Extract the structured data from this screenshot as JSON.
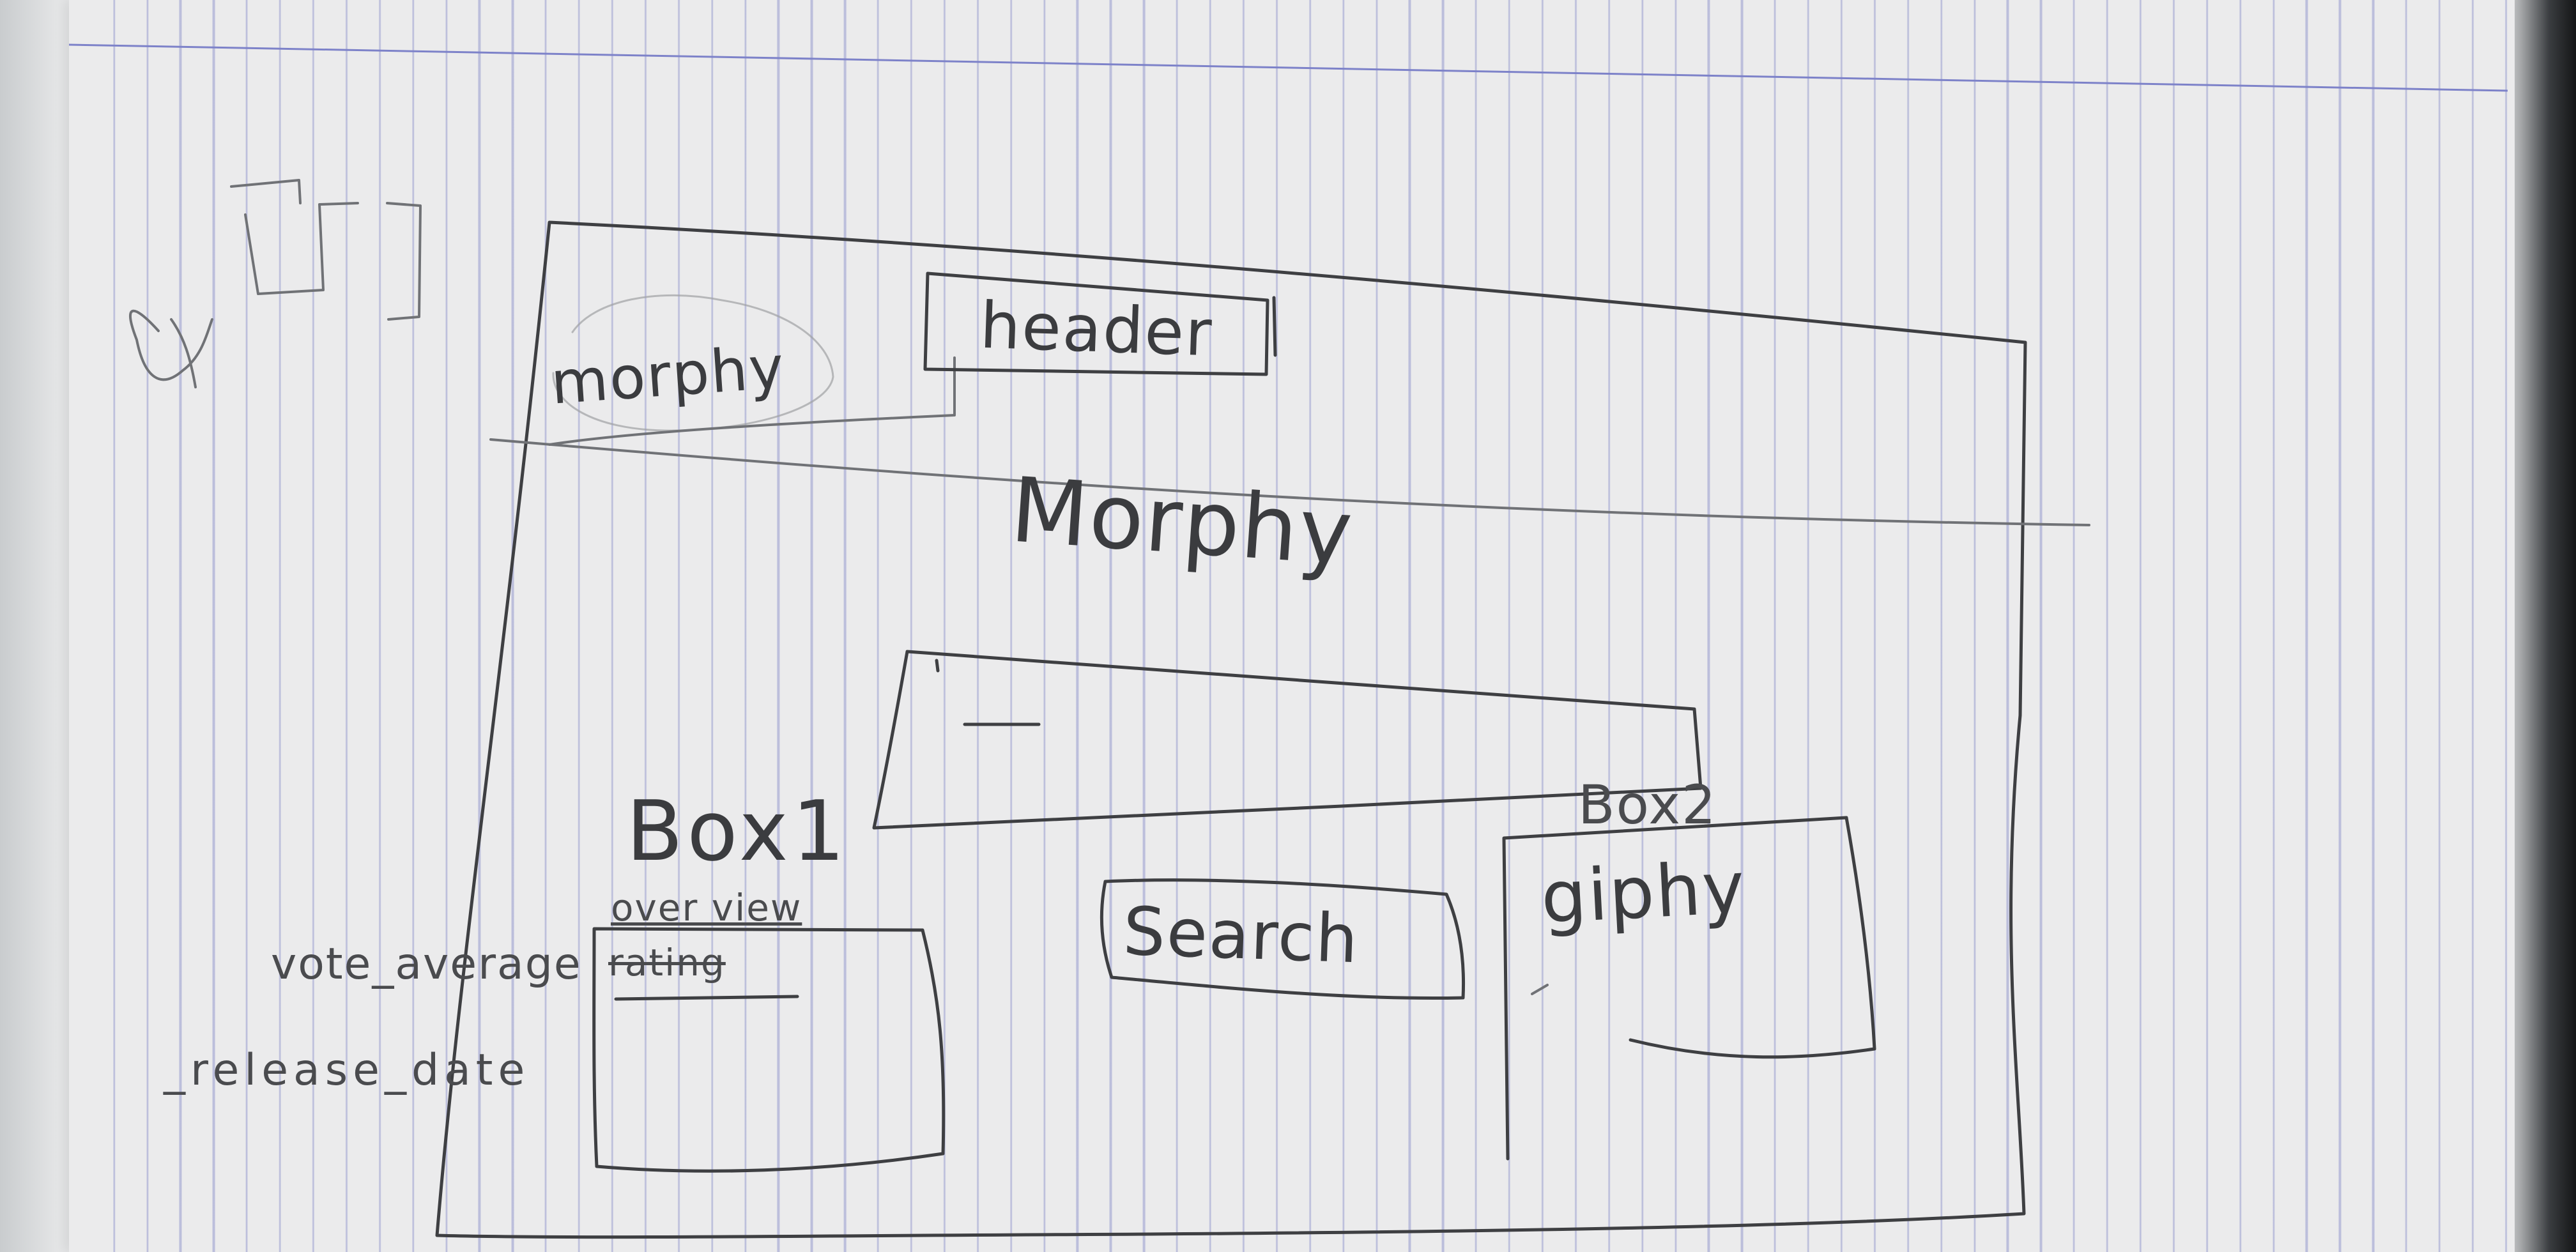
{
  "sketch": {
    "logo_text": "morphy",
    "header_label": "header",
    "title_text": "Morphy",
    "box1": {
      "title": "Box1",
      "line1": "over view",
      "line2": "rating"
    },
    "box2": {
      "title": "Box2",
      "content": "giphy"
    },
    "search_label": "Search",
    "annotations": {
      "vote_average": "vote_average",
      "release_date": "_release_date"
    }
  },
  "colors": {
    "paper": "#ebebec",
    "ruling": "#7a80c4",
    "ink": "#3e3f42"
  }
}
